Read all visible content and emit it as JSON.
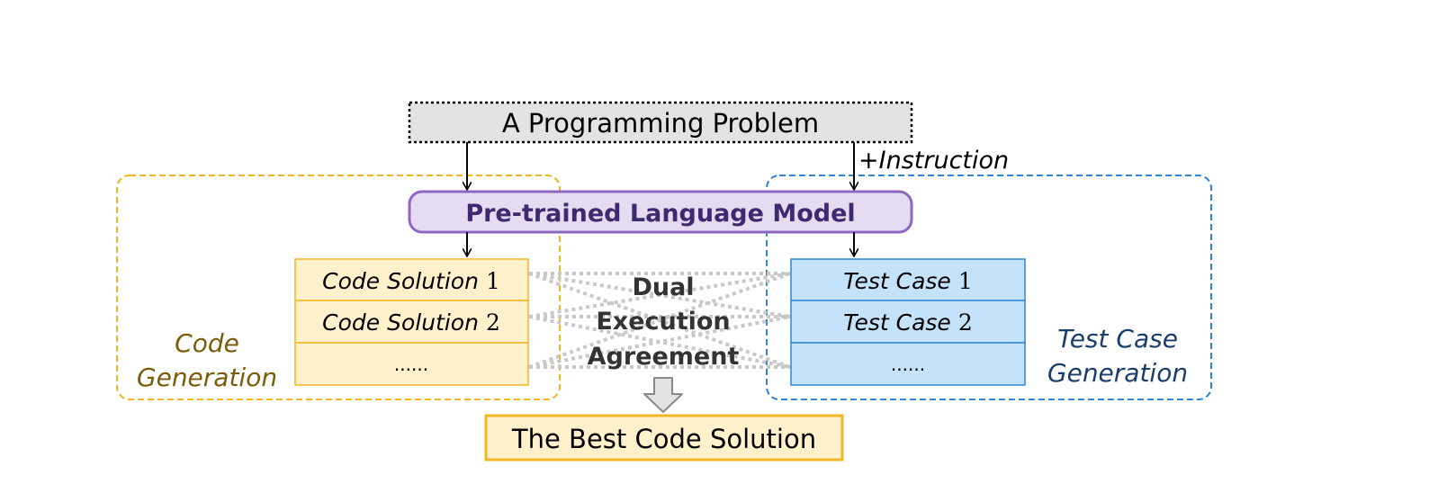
{
  "problem": {
    "label": "A Programming Problem"
  },
  "instruction": {
    "label": "+Instruction"
  },
  "model": {
    "label": "Pre-trained Language Model"
  },
  "code_generation": {
    "label_line1": "Code",
    "label_line2": "Generation",
    "rows": [
      {
        "text": "Code Solution",
        "num": "1"
      },
      {
        "text": "Code Solution",
        "num": "2"
      },
      {
        "text": "......",
        "num": ""
      }
    ]
  },
  "test_generation": {
    "label_line1": "Test Case",
    "label_line2": "Generation",
    "rows": [
      {
        "text": "Test Case",
        "num": "1"
      },
      {
        "text": "Test Case",
        "num": "2"
      },
      {
        "text": "......",
        "num": ""
      }
    ]
  },
  "agreement": {
    "line1": "Dual",
    "line2": "Execution",
    "line3": "Agreement"
  },
  "result": {
    "label": "The Best Code Solution"
  },
  "colors": {
    "problem_fill": "#e3e3e3",
    "model_fill": "#e6dcf2",
    "model_border": "#8e67c2",
    "model_text": "#3f2a72",
    "code_fill": "#fff1cc",
    "code_border": "#f2b625",
    "code_label": "#7a5c0a",
    "test_fill": "#c4e3fb",
    "test_border": "#2f86d6",
    "test_label": "#1a3d6b",
    "result_fill": "#fff1cc",
    "result_border": "#f2b625"
  }
}
